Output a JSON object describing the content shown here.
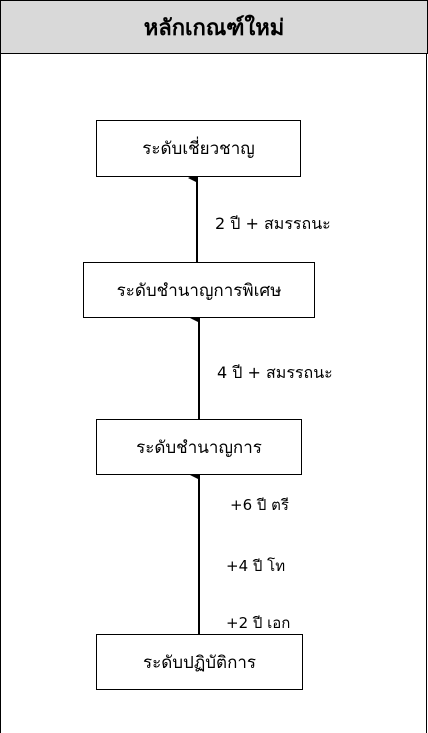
{
  "header": {
    "title": "หลักเกณฑ์ใหม่"
  },
  "levels": [
    {
      "label": "ระดับเชี่ยวชาญ"
    },
    {
      "label": "ระดับชำนาญการพิเศษ"
    },
    {
      "label": "ระดับชำนาญการ"
    },
    {
      "label": "ระดับปฏิบัติการ"
    }
  ],
  "transitions": [
    {
      "label": "2 ปี + สมรรถนะ"
    },
    {
      "label": "4 ปี  + สมรรถนะ"
    }
  ],
  "degree_notes": [
    {
      "label": "+6 ปี ตรี"
    },
    {
      "label": "+4 ปี โท"
    },
    {
      "label": "+2 ปี เอก"
    }
  ]
}
